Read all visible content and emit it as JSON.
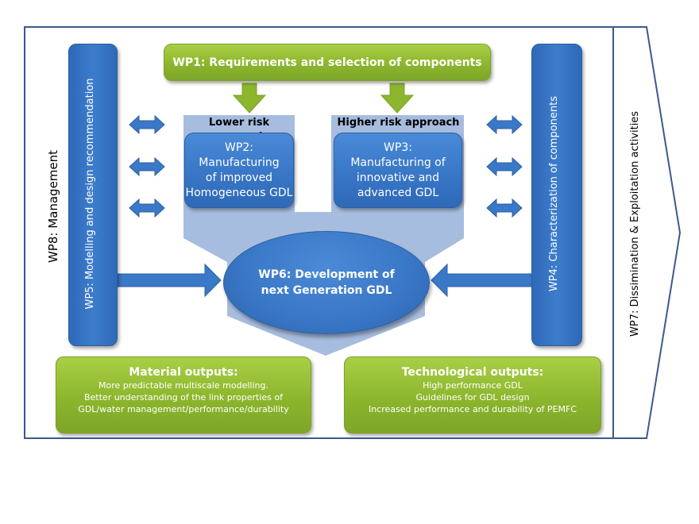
{
  "diagram": {
    "management": {
      "label": "WP8: Management"
    },
    "dissemination": {
      "label": "WP7: Dissimination & Exploitation activities"
    },
    "wp1": {
      "label": "WP1: Requirements and selection of components"
    },
    "wp5": {
      "label": "WP5: Modelling and design recommendation"
    },
    "wp4": {
      "label": "WP4: Characterization of components"
    },
    "lower_risk": {
      "label": "Lower risk approach",
      "wp": {
        "lines": [
          "WP2:",
          "Manufacturing",
          "of improved",
          "Homogeneous GDL"
        ]
      }
    },
    "higher_risk": {
      "label": "Higher risk approach",
      "wp": {
        "lines": [
          "WP3:",
          "Manufacturing of",
          "innovative and",
          "advanced GDL"
        ]
      }
    },
    "wp6": {
      "lines": [
        "WP6: Development of",
        "next Generation GDL"
      ]
    },
    "material_outputs": {
      "title": "Material outputs:",
      "lines": [
        "More predictable multiscale modelling.",
        "Better understanding of the link properties of",
        "GDL/water management/performance/durability"
      ]
    },
    "technological_outputs": {
      "title": "Technological outputs:",
      "lines": [
        "High performance  GDL",
        "Guidelines for GDL design",
        "Increased performance  and durability of PEMFC"
      ]
    },
    "colors": {
      "frame": "#3b5a8c",
      "green": "#8cb62d",
      "blue": "#3a78c8",
      "light_blue": "#a7bddf"
    }
  }
}
